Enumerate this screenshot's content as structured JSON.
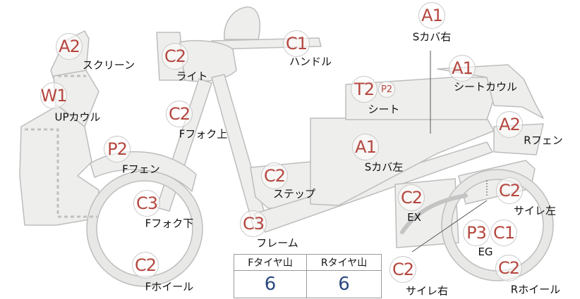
{
  "parts": [
    {
      "id": "a2-screen",
      "code": "A2",
      "label": "スクリーン"
    },
    {
      "id": "w1-up-cowl",
      "code": "W1",
      "label": "UPカウル"
    },
    {
      "id": "c2-light",
      "code": "C2",
      "label": "ライト"
    },
    {
      "id": "c1-handle",
      "code": "C1",
      "label": "ハンドル"
    },
    {
      "id": "c2-front-fork-upper",
      "code": "C2",
      "label": "Fフォク上"
    },
    {
      "id": "p2-front-fender",
      "code": "P2",
      "label": "Fフェン"
    },
    {
      "id": "c3-front-fork-lower",
      "code": "C3",
      "label": "Fフォク下"
    },
    {
      "id": "c2-front-wheel",
      "code": "C2",
      "label": "Fホイール"
    },
    {
      "id": "c2-step",
      "code": "C2",
      "label": "ステップ"
    },
    {
      "id": "c3-frame",
      "code": "C3",
      "label": "フレーム"
    },
    {
      "id": "t2-seat",
      "code": "T2",
      "label": "シート"
    },
    {
      "id": "a1-side-cover-right",
      "code": "A1",
      "label": "Sカバ右"
    },
    {
      "id": "a1-seat-cowl",
      "code": "A1",
      "label": "シートカウル"
    },
    {
      "id": "a1-side-cover-left",
      "code": "A1",
      "label": "Sカバ左"
    },
    {
      "id": "a2-rear-fender",
      "code": "A2",
      "label": "Rフェン"
    },
    {
      "id": "c2-exhaust",
      "code": "C2",
      "label": "EX"
    },
    {
      "id": "c2-muffler-left",
      "code": "C2",
      "label": "サイレ左"
    },
    {
      "id": "c1-engine",
      "code": "C1",
      "label": "EG"
    },
    {
      "id": "c2-muffler-right",
      "code": "C2",
      "label": "サイレ右"
    },
    {
      "id": "c2-rear-wheel",
      "code": "C2",
      "label": "Rホイール"
    }
  ],
  "extra_badges": [
    {
      "id": "p2-seat-sub",
      "code": "P2"
    },
    {
      "id": "p3-engine",
      "code": "P3"
    }
  ],
  "tread_table": {
    "headers": [
      "Fタイヤ山",
      "Rタイヤ山"
    ],
    "values": [
      "6",
      "6"
    ]
  },
  "colors": {
    "badge_text": "#b5473f",
    "badge_border": "#c8c8c8",
    "silhouette_fill": "#eeeeec",
    "silhouette_stroke": "#bdbdbd",
    "value_text": "#2c4a7e"
  }
}
